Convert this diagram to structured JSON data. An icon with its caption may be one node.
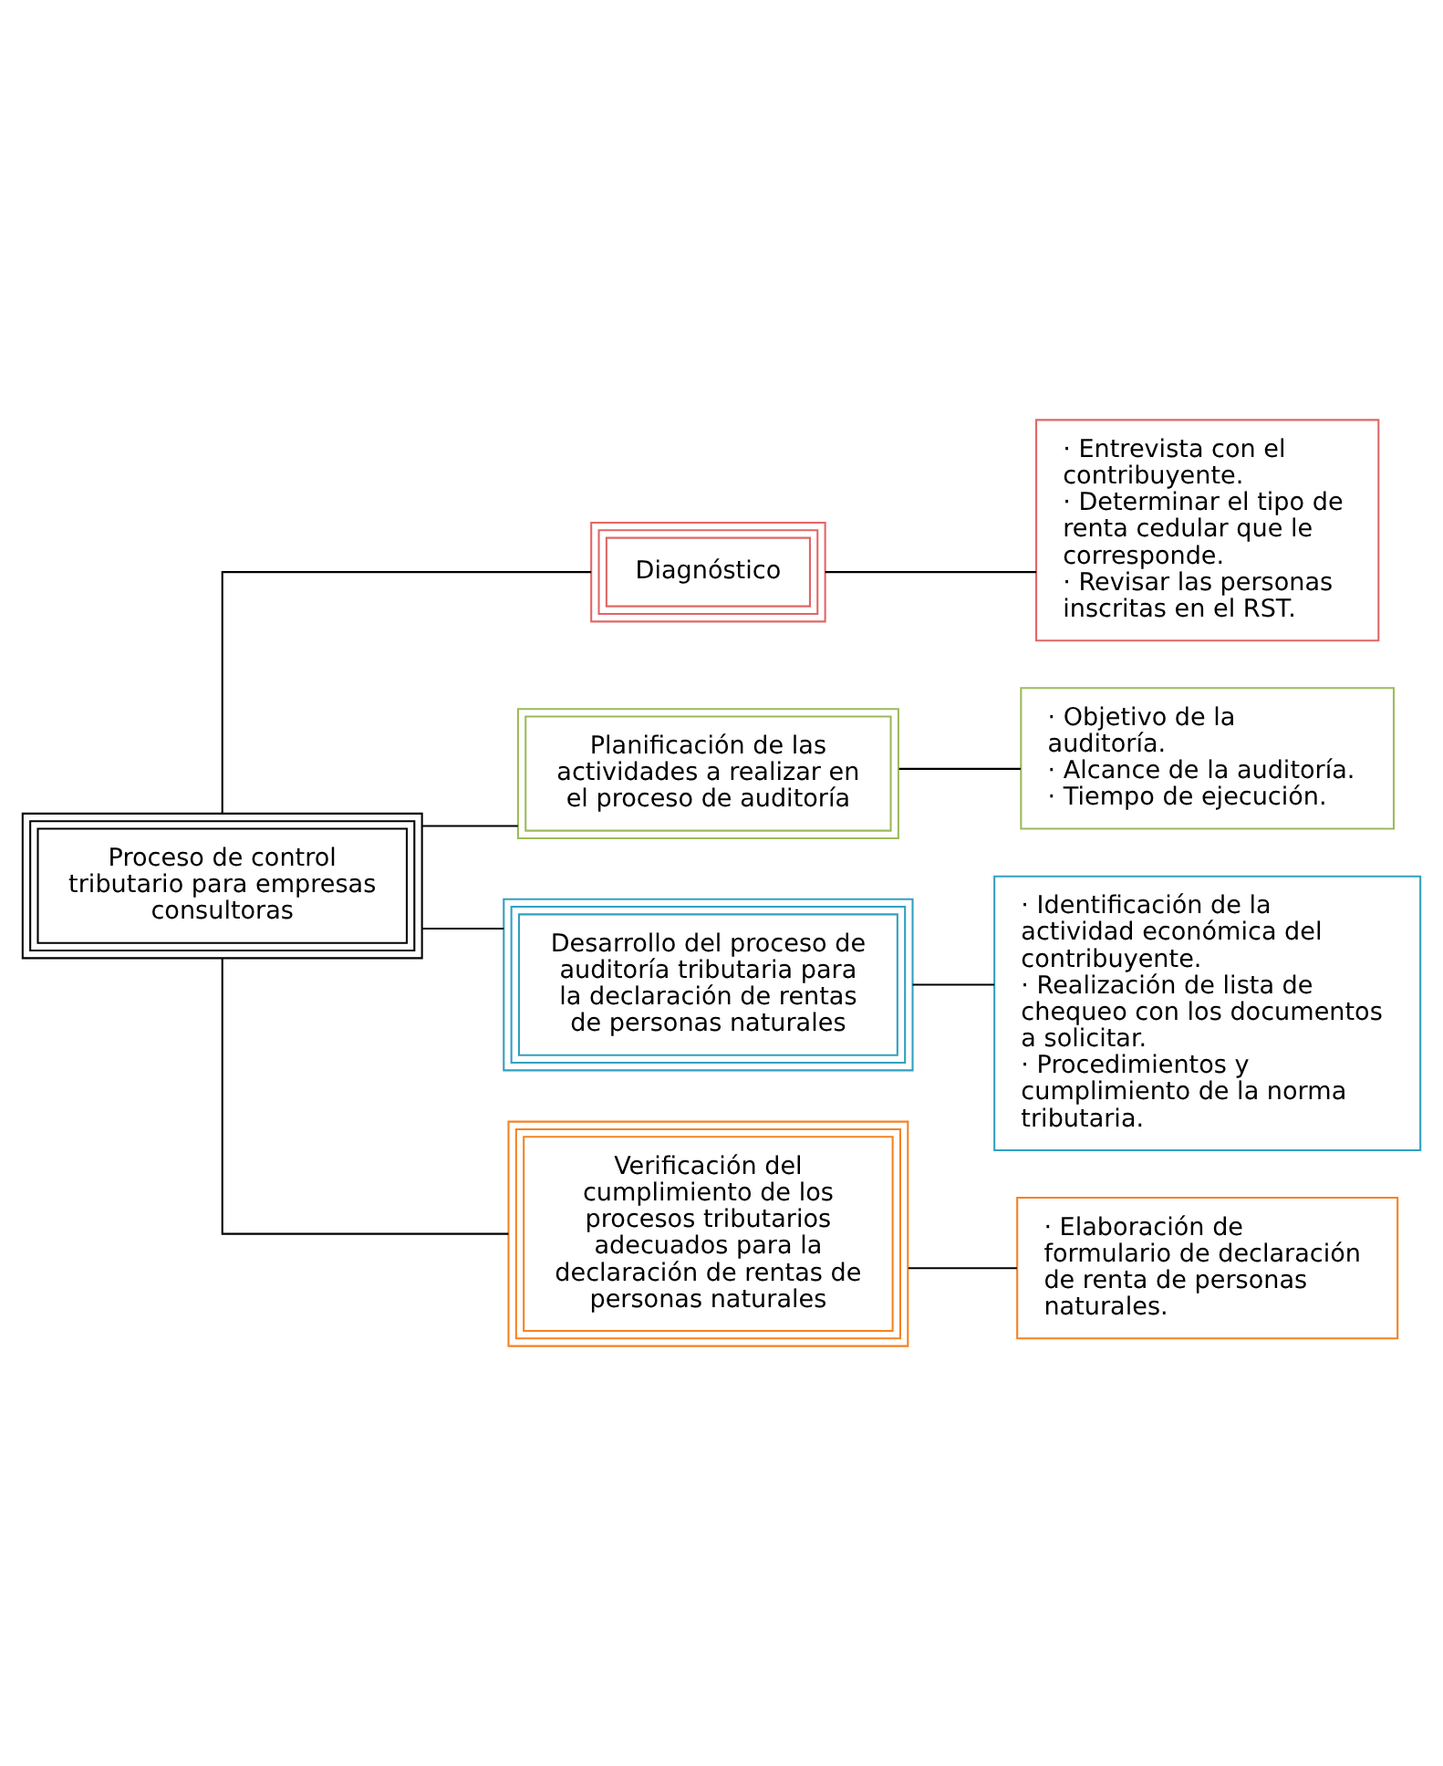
{
  "diagram": {
    "nodes": [
      {
        "text": [
          "Proceso de control tributario para empresas consultoras"
        ]
      },
      {
        "text": [
          "Diagnóstico"
        ]
      },
      {
        "text": [
          "· Entrevista con el contribuyente.",
          "· Determinar el tipo de renta cedular que le corresponde.",
          "· Revisar las personas inscritas en el RST."
        ]
      },
      {
        "text": [
          "Planificación de las actividades a realizar en el proceso de auditoría"
        ]
      },
      {
        "text": [
          "· Objetivo de la auditoría.",
          "· Alcance de la auditoría.",
          "· Tiempo de ejecución."
        ]
      },
      {
        "text": [
          "Desarrollo del proceso de auditoría tributaria para la declaración de rentas de personas naturales"
        ]
      },
      {
        "text": [
          "· Identificación de la actividad económica del contribuyente.",
          "· Realización de lista de chequeo con los documentos a solicitar.",
          "· Procedimientos y cumplimiento de la norma tributaria."
        ]
      },
      {
        "text": [
          "Verificación del cumplimiento de los procesos tributarios adecuados para la declaración de rentas de personas naturales"
        ]
      },
      {
        "text": [
          "· Elaboración de formulario de declaración de renta de personas naturales."
        ]
      }
    ],
    "edges": [
      {
        "from": 0,
        "to": 1,
        "arrow": "none"
      },
      {
        "from": 0,
        "to": 3,
        "arrow": "none"
      },
      {
        "from": 0,
        "to": 5,
        "arrow": "none"
      },
      {
        "from": 0,
        "to": 7,
        "arrow": "none"
      },
      {
        "from": 1,
        "to": 2,
        "arrow": "none"
      },
      {
        "from": 3,
        "to": 4,
        "arrow": "none"
      },
      {
        "from": 5,
        "to": 6,
        "arrow": "none"
      },
      {
        "from": 7,
        "to": 8,
        "arrow": "none"
      }
    ]
  }
}
